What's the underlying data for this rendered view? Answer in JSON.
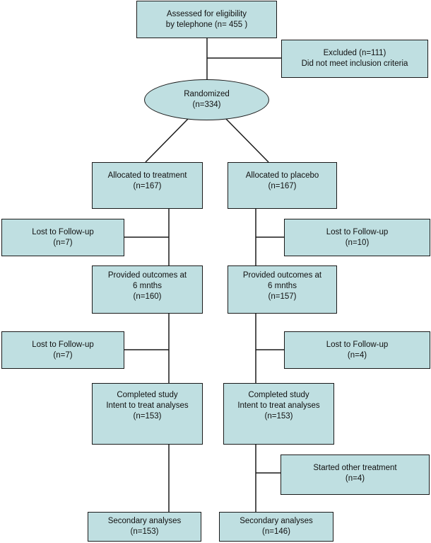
{
  "nodes": {
    "eligibility": [
      "Assessed for eligibility",
      "by telephone (n= 455 )"
    ],
    "excluded": [
      "Excluded (n=111)",
      "Did not meet inclusion criteria"
    ],
    "randomized": [
      "Randomized",
      "(n=334)"
    ],
    "alloc_treatment": [
      "Allocated to treatment",
      "(n=167)"
    ],
    "alloc_placebo": [
      "Allocated to placebo",
      "(n=167)"
    ],
    "lost1_treatment": [
      "Lost to Follow-up",
      "(n=7)"
    ],
    "lost1_placebo": [
      "Lost to Follow-up",
      "(n=10)"
    ],
    "outcomes_treatment": [
      "Provided outcomes at",
      "6 mnths",
      "(n=160)"
    ],
    "outcomes_placebo": [
      "Provided outcomes at",
      "6 mnths",
      "(n=157)"
    ],
    "lost2_treatment": [
      "Lost to Follow-up",
      "(n=7)"
    ],
    "lost2_placebo": [
      "Lost to Follow-up",
      "(n=4)"
    ],
    "completed_treatment": [
      "Completed study",
      "Intent to treat analyses",
      "(n=153)"
    ],
    "completed_placebo": [
      "Completed study",
      "Intent to treat analyses",
      "(n=153)"
    ],
    "other_treatment_placebo": [
      "Started other treatment",
      "(n=4)"
    ],
    "secondary_treatment": [
      "Secondary analyses",
      "(n=153)"
    ],
    "secondary_placebo": [
      "Secondary analyses",
      "(n=146)"
    ]
  },
  "colors": {
    "box_fill": "#bfdfe1",
    "stroke": "#1a1a1a"
  }
}
